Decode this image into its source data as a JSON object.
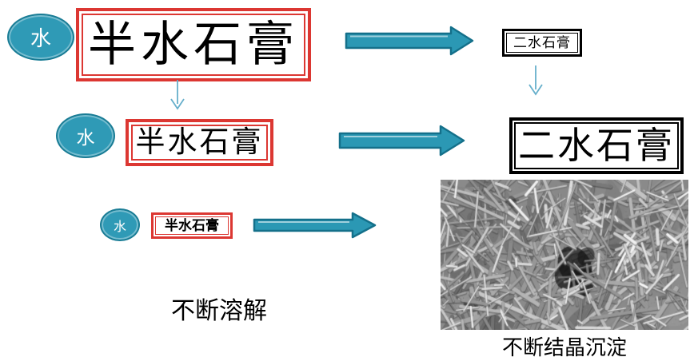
{
  "diagram": {
    "water_label": "水",
    "hemihydrate_label": "半水石膏",
    "dihydrate_label": "二水石膏",
    "dissolve_caption": "不断溶解",
    "crystallize_caption": "不断结晶沉淀",
    "sem_image_name": "gypsum-crystal-sem-micrograph",
    "colors": {
      "teal_fill": "#2F9AB6",
      "teal_border": "#197C95",
      "thin_arrow": "#66AFCB",
      "red_border": "#DC3732",
      "black_border": "#000000",
      "text": "#000000",
      "background": "#FFFFFF"
    }
  }
}
